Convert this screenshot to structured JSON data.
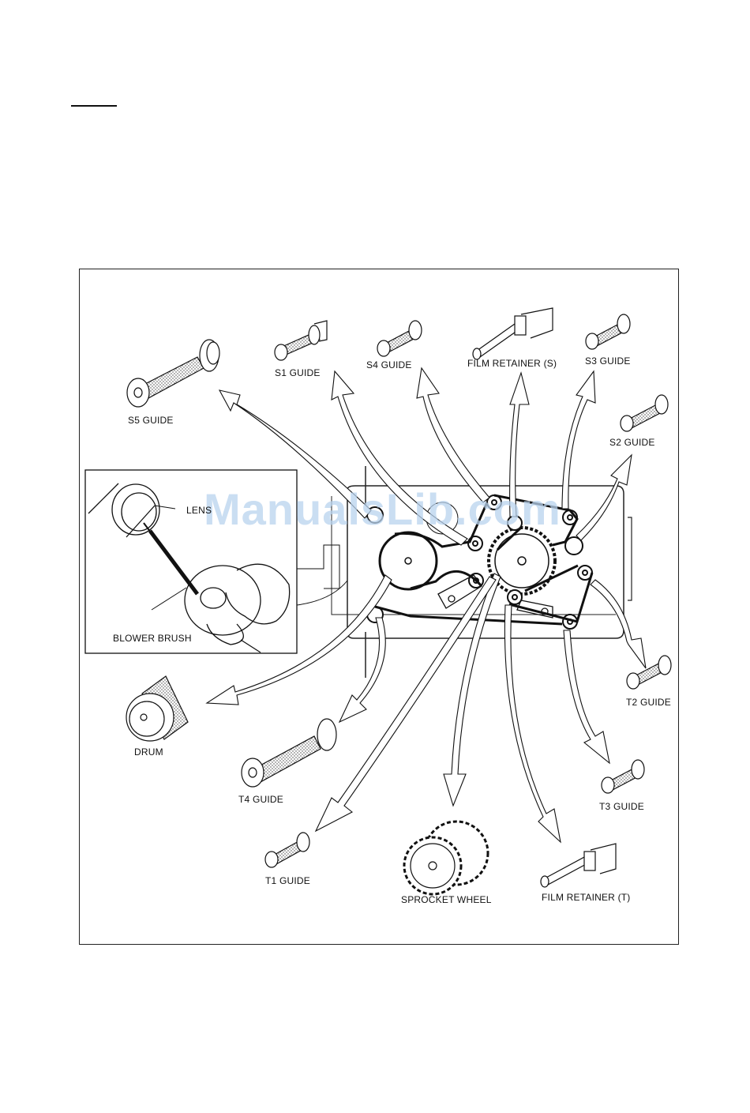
{
  "figure": {
    "watermark": "ManualsLib.com",
    "callouts": {
      "s5": "S5 GUIDE",
      "s1": "S1 GUIDE",
      "s4": "S4 GUIDE",
      "film_retainer_s": "FILM RETAINER (S)",
      "s3": "S3 GUIDE",
      "s2": "S2 GUIDE",
      "lens": "LENS",
      "blower_brush": "BLOWER BRUSH",
      "drum": "DRUM",
      "t2": "T2 GUIDE",
      "t4": "T4 GUIDE",
      "t3": "T3 GUIDE",
      "t1": "T1 GUIDE",
      "sprocket_wheel": "SPROCKET WHEEL",
      "film_retainer_t": "FILM RETAINER (T)"
    }
  },
  "colors": {
    "ink": "#111111",
    "watermark": "#b9d3ee"
  }
}
